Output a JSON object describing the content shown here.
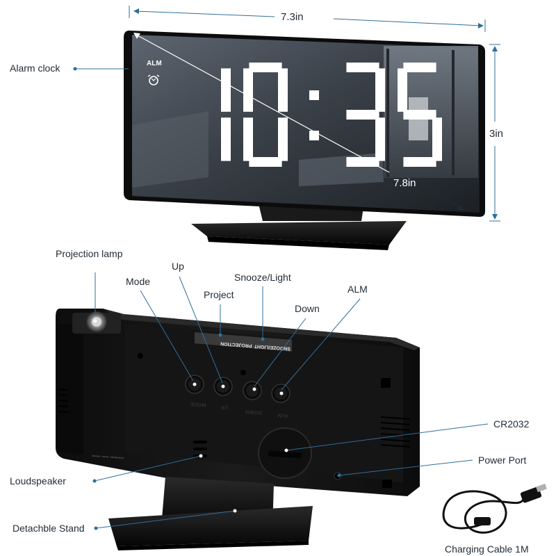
{
  "dimensions": {
    "width": "7.3in",
    "height": "3in",
    "diagonal": "7.8in"
  },
  "display": {
    "time": "10:35",
    "alarm_indicator": "ALM"
  },
  "callouts": {
    "alarm_clock": "Alarm clock",
    "projection_lamp": "Projection lamp",
    "mode": "Mode",
    "up": "Up",
    "project": "Project",
    "snooze_light": "Snooze/Light",
    "down": "Down",
    "alm": "ALM",
    "cr2032": "CR2032",
    "power_port": "Power Port",
    "loudspeaker": "Loudspeaker",
    "detachable_stand": "Detachble Stand"
  },
  "back_panel": {
    "strip_left": "PROJECTION",
    "strip_right": "SNOOZE/LIGHT",
    "button_labels": [
      "MODE",
      "UP",
      "DOWN",
      "ALM"
    ]
  },
  "accessory": {
    "caption": "Charging Cable 1M"
  },
  "colors": {
    "label_text": "#1f2a33",
    "leader_line": "#2f6f9a",
    "device_body": "#141414",
    "digit_color": "#ffffff"
  }
}
